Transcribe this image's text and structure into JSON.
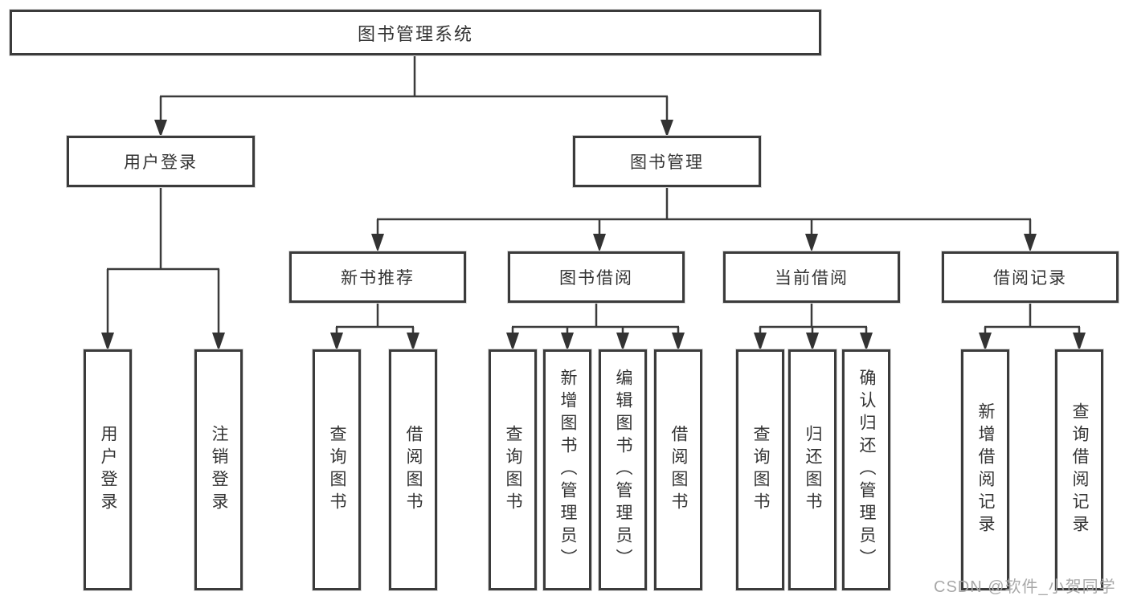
{
  "root": {
    "label": "图书管理系统"
  },
  "level2": {
    "user_login": {
      "label": "用户登录",
      "children": [
        "用户登录",
        "注销登录"
      ]
    },
    "book_mgmt": {
      "label": "图书管理"
    }
  },
  "level3_groups": [
    {
      "label": "新书推荐",
      "children": [
        "查询图书",
        "借阅图书"
      ]
    },
    {
      "label": "图书借阅",
      "children": [
        "查询图书",
        "新增图书（管理员）",
        "编辑图书（管理员）",
        "借阅图书"
      ]
    },
    {
      "label": "当前借阅",
      "children": [
        "查询图书",
        "归还图书",
        "确认归还（管理员）"
      ]
    },
    {
      "label": "借阅记录",
      "children": [
        "新增借阅记录",
        "查询借阅记录"
      ]
    }
  ],
  "watermark": {
    "text": "CSDN @软件_小贺同学"
  },
  "colors": {
    "line": "#3b3b3b",
    "arrow": "#333333",
    "text": "#333333",
    "watermark": "#a8a8a8",
    "background": "#ffffff"
  }
}
